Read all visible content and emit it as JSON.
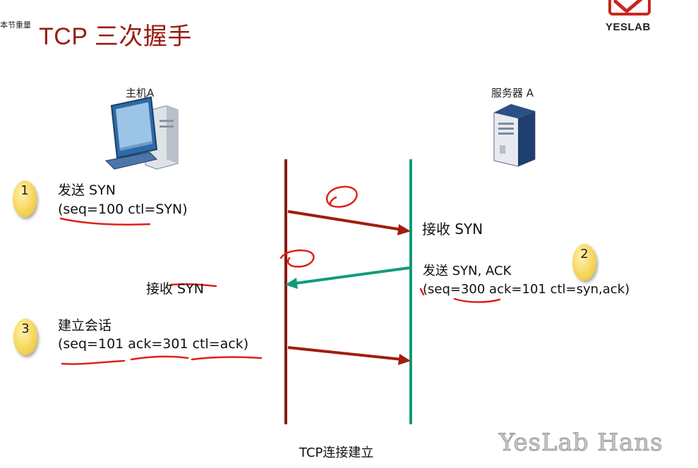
{
  "header": {
    "tiny_text": "本节重量",
    "title": "TCP 三次握手",
    "logo_text": "YESLAB"
  },
  "host": {
    "label": "主机A"
  },
  "server": {
    "label": "服务器 A"
  },
  "steps": [
    {
      "number": "1",
      "line1": "发送 SYN",
      "line2": "(seq=100 ctl=SYN)"
    },
    {
      "number": "2",
      "line1": "发送 SYN, ACK",
      "line2": "(seq=300 ack=101 ctl=syn,ack)"
    },
    {
      "number": "3",
      "line1": "建立会话",
      "line2": "(seq=101 ack=301 ctl=ack)"
    }
  ],
  "receive": {
    "server_receive": "接收 SYN",
    "host_receive": "接收 SYN"
  },
  "footer": {
    "caption": "TCP连接建立",
    "watermark": "YesLab Hans"
  },
  "colors": {
    "title": "#9b1b12",
    "host_line": "#8b1a10",
    "server_line": "#149a7a",
    "annotation_red": "#e0201a",
    "badge": "#f6d65a"
  }
}
